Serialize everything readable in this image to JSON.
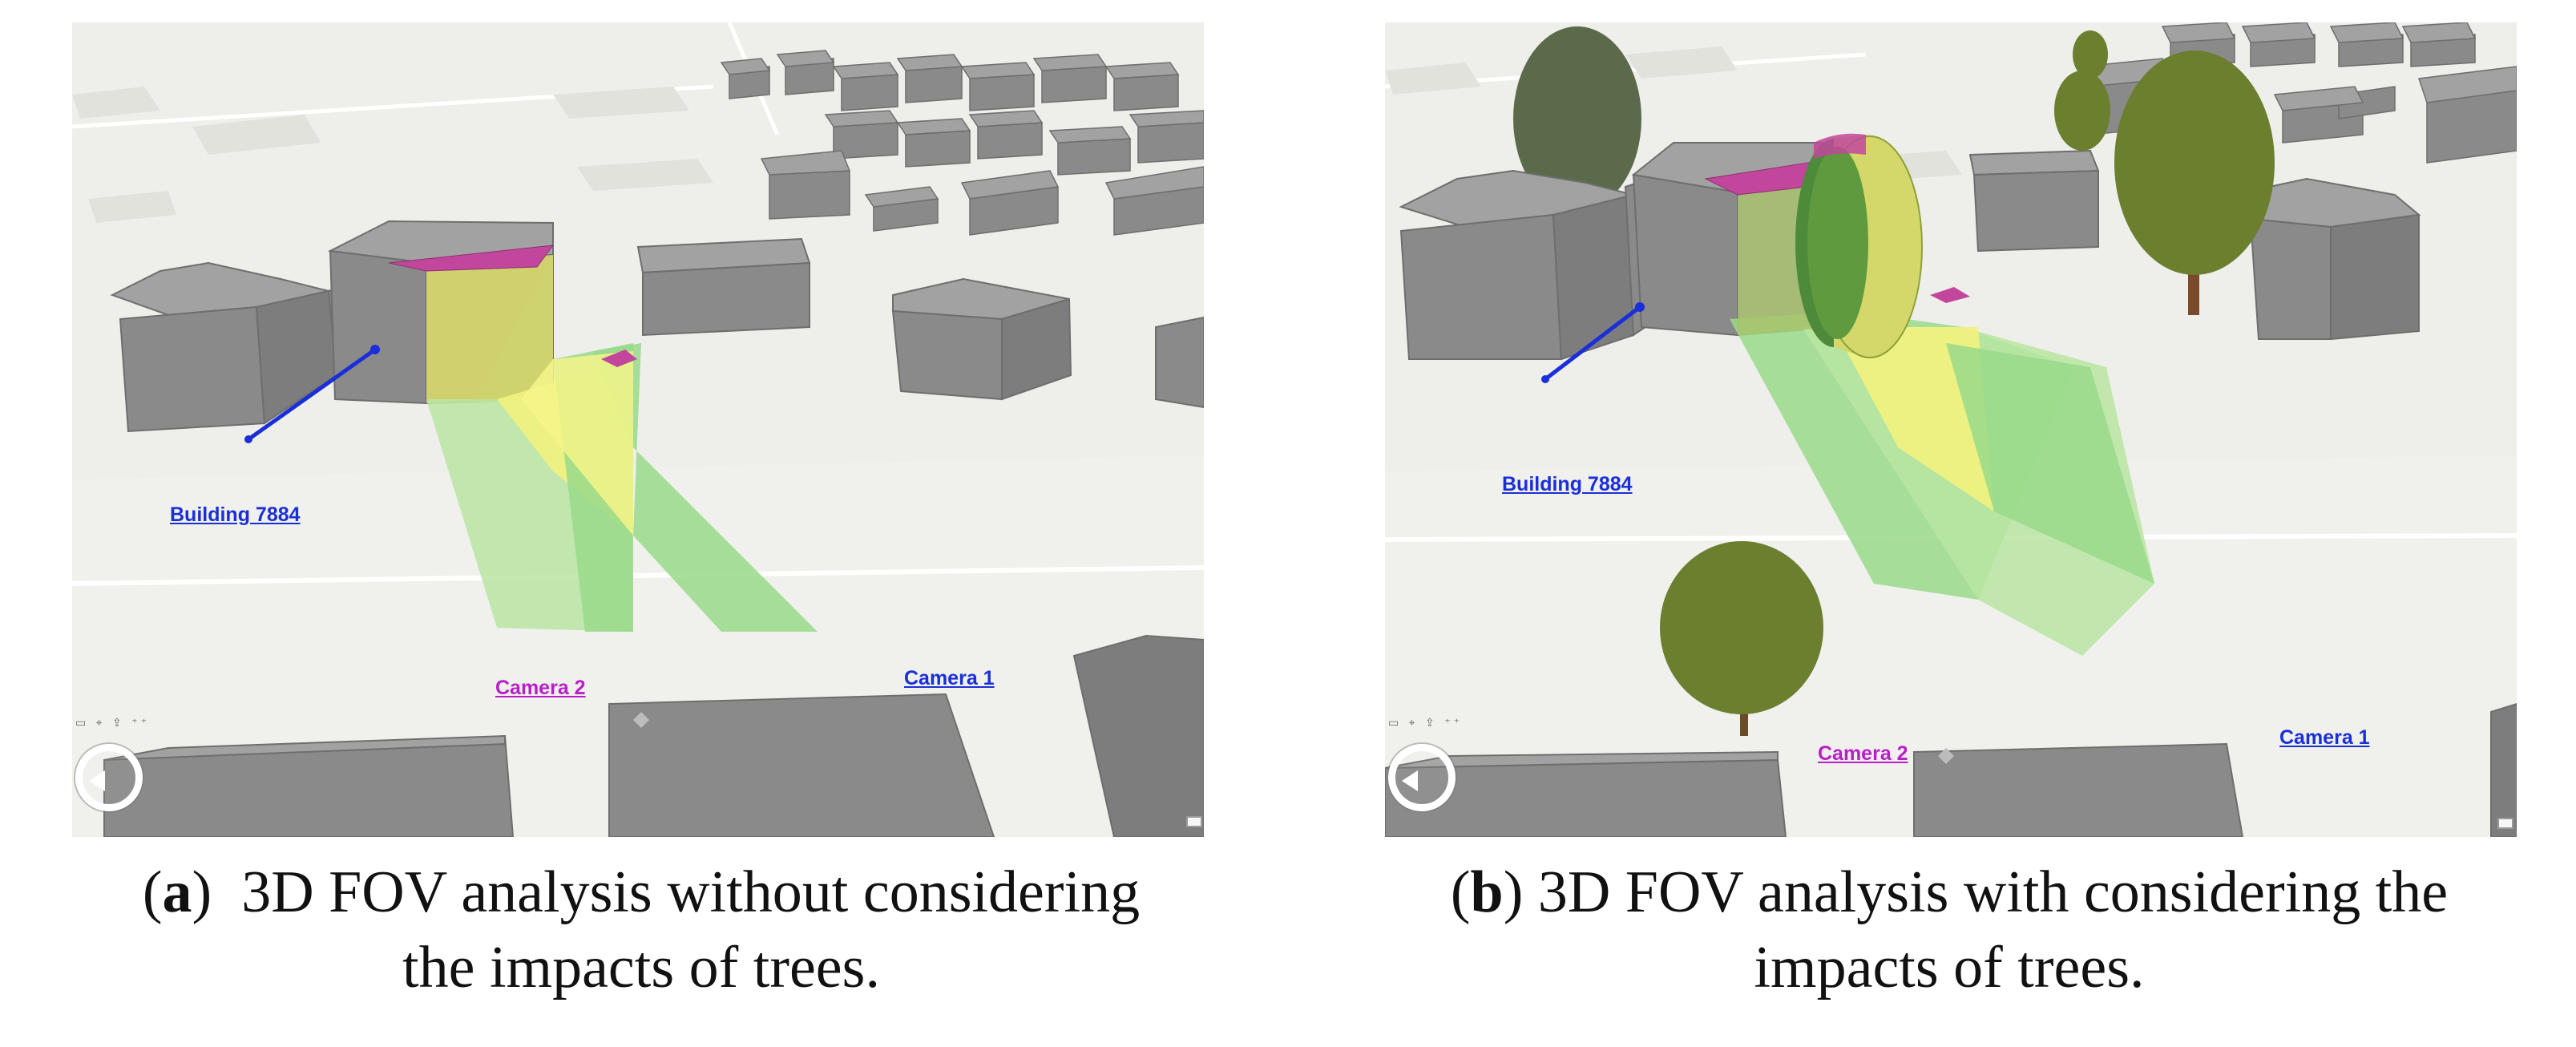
{
  "panels": [
    {
      "id": "a",
      "labels": {
        "building": "Building 7884",
        "camera2": "Camera 2",
        "camera1": "Camera 1"
      },
      "tool_glyphs": "▭ ⌖ ⇪ ⁺⁺"
    },
    {
      "id": "b",
      "labels": {
        "building": "Building 7884",
        "camera2": "Camera 2",
        "camera1": "Camera 1"
      },
      "tool_glyphs": "▭ ⌖ ⇪ ⁺⁺"
    }
  ],
  "captions": {
    "a": {
      "letter_open": "(",
      "letter": "a",
      "letter_close": ")",
      "line1": "3D FOV analysis without considering",
      "line2": "the impacts of trees."
    },
    "b": {
      "letter_open": "(",
      "letter": "b",
      "letter_close": ")",
      "line1": "3D FOV analysis with considering the",
      "line2": "impacts of trees."
    }
  },
  "colors": {
    "ground": "#eeeeea",
    "building_top": "#9a9a9a",
    "building_side": "#858585",
    "fov_green": "#8fd57a",
    "fov_yellow": "#f2f27e",
    "occluded_magenta": "#c2479c",
    "tree_crown": "#6b7f2f",
    "tree_dark": "#5a6a4a",
    "sight_line": "#1a2fd8",
    "camera1_label": "#1a2fd8",
    "camera2_label": "#b81ec9"
  }
}
